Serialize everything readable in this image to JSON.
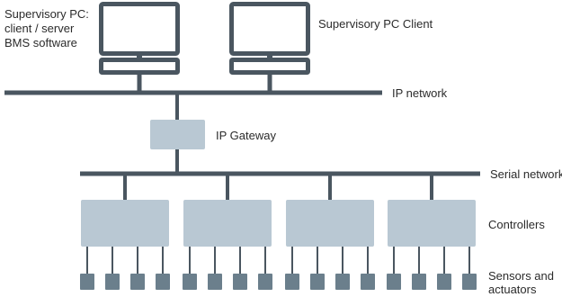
{
  "labels": {
    "supervisory_pc": [
      "Supervisory PC:",
      "client / server",
      "BMS software"
    ],
    "supervisory_client": "Supervisory PC Client",
    "ip_network": "IP network",
    "ip_gateway": "IP Gateway",
    "serial_network": "Serial network",
    "controllers": "Controllers",
    "sensors": [
      "Sensors and",
      "actuators"
    ]
  },
  "colors": {
    "line": "#4a5660",
    "box": "#b9c8d3",
    "device": "#6b7f8c"
  },
  "counts": {
    "controllers": 4,
    "devices_per_controller": 4
  }
}
